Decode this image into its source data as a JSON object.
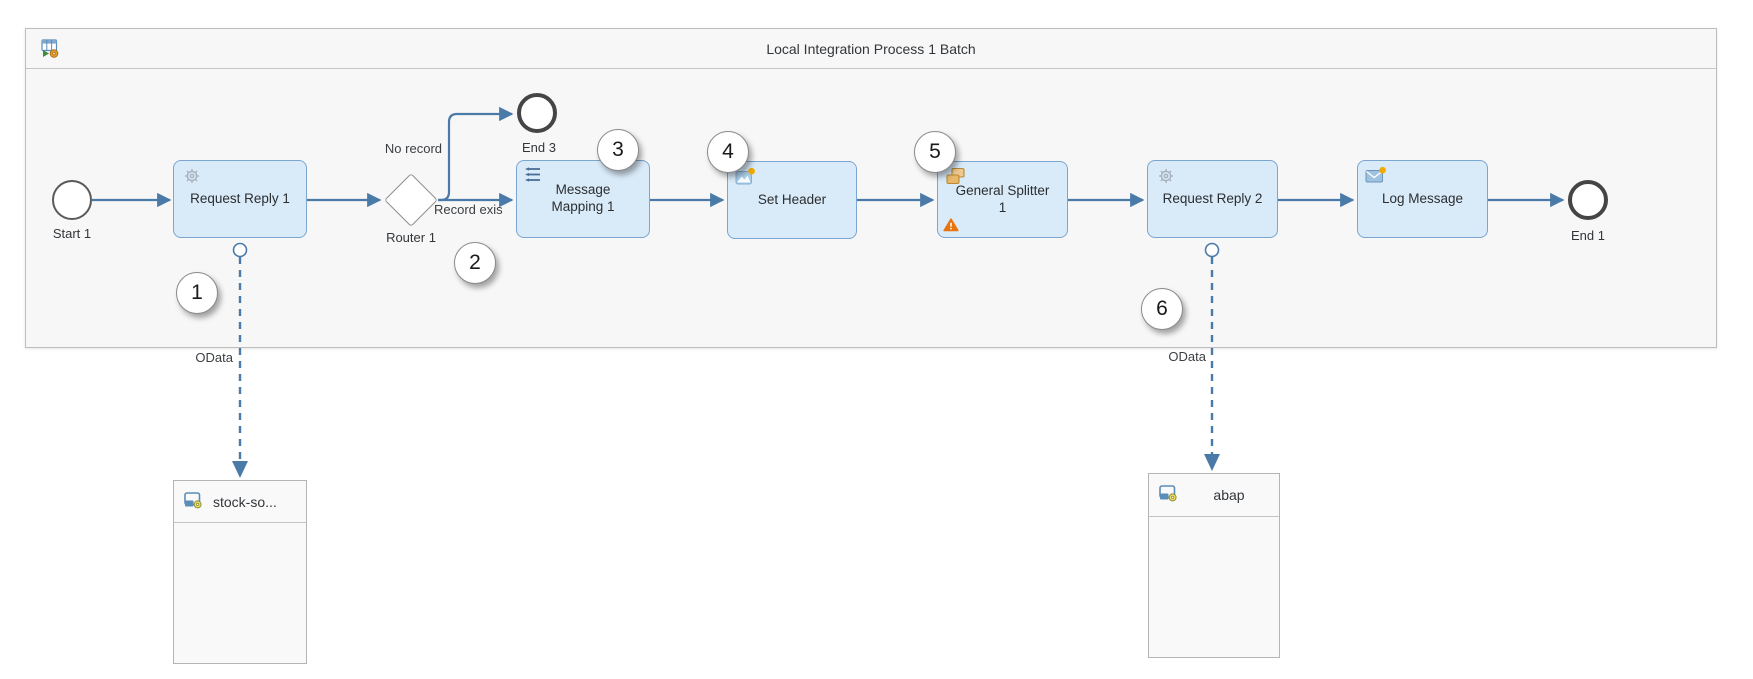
{
  "pool": {
    "title": "Local Integration Process 1 Batch"
  },
  "nodes": {
    "start1": {
      "label": "Start 1"
    },
    "requestReply1": {
      "label": "Request Reply 1",
      "icon": "gear-icon"
    },
    "router1": {
      "label": "Router 1"
    },
    "end3": {
      "label": "End 3"
    },
    "messageMapping1": {
      "label": "Message\nMapping 1",
      "icon": "mapping-icon"
    },
    "setHeader": {
      "label": "Set Header",
      "icon": "image-badge-icon"
    },
    "generalSplitter1": {
      "label": "General Splitter\n1",
      "icon": "splitter-icon",
      "has_warning": true
    },
    "requestReply2": {
      "label": "Request Reply 2",
      "icon": "gear-icon"
    },
    "logMessage": {
      "label": "Log Message",
      "icon": "envelope-badge-icon"
    },
    "end1": {
      "label": "End 1"
    }
  },
  "edge_labels": {
    "no_record": "No record",
    "record_exists": "Record exis"
  },
  "adapters": {
    "left": "OData",
    "right": "OData"
  },
  "receivers": {
    "left": {
      "label": "stock-so..."
    },
    "right": {
      "label": "abap"
    }
  },
  "annotations": {
    "badges": [
      "1",
      "2",
      "3",
      "4",
      "5",
      "6"
    ]
  },
  "colors": {
    "task_fill": "#d9eaf8",
    "task_border": "#7aa6d0",
    "flow_line": "#4a7aa8",
    "pool_fill": "#f7f7f7",
    "warning": "#e9730c",
    "accent_dot": "#f0ab00"
  }
}
